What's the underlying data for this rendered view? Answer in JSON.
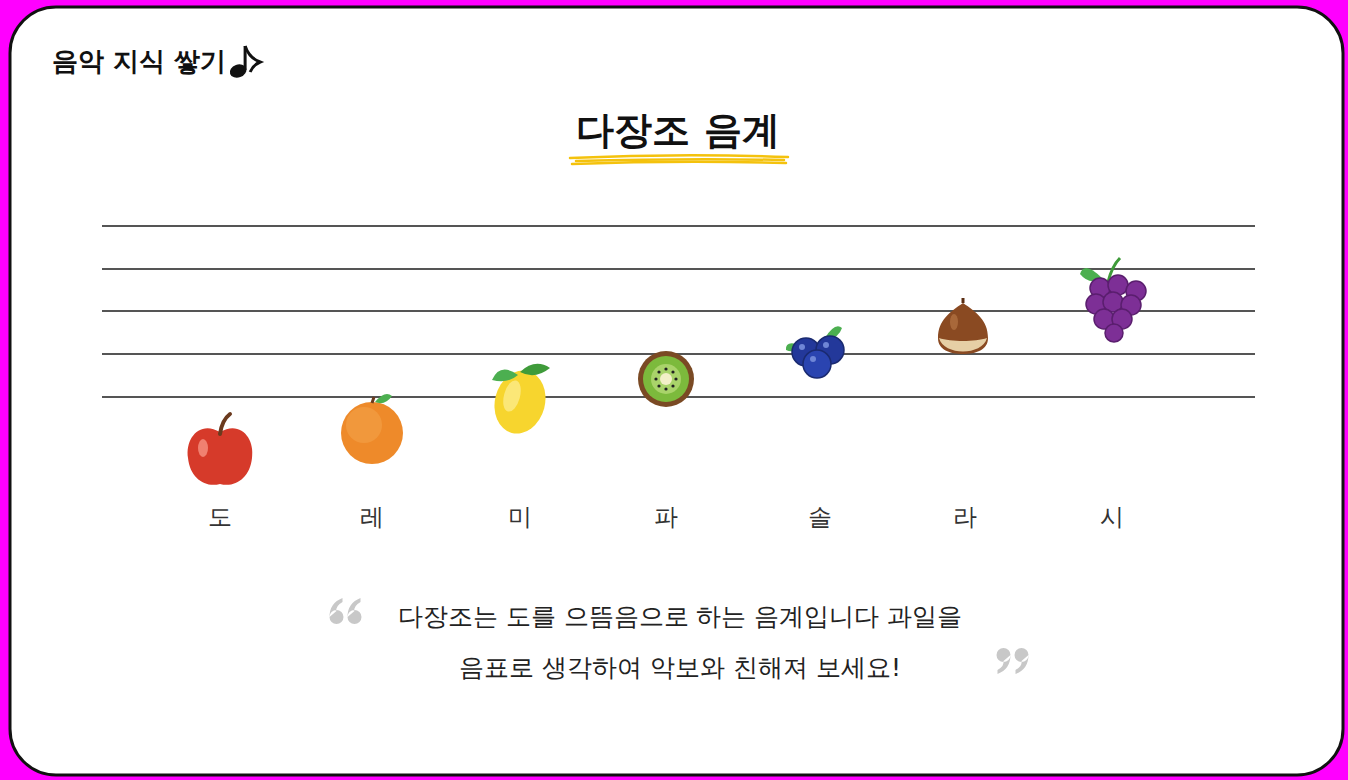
{
  "diagram": {
    "title": "다장조 음계",
    "caption": "다장조는 도를 으뜸음으로 하는 음계입니다 과일을 음표로 생각하여 악보와 친해져 보세요!",
    "labels": [
      "음악 지식 쌓기",
      "도",
      "레",
      "미",
      "파",
      "솔",
      "라",
      "시"
    ]
  }
}
